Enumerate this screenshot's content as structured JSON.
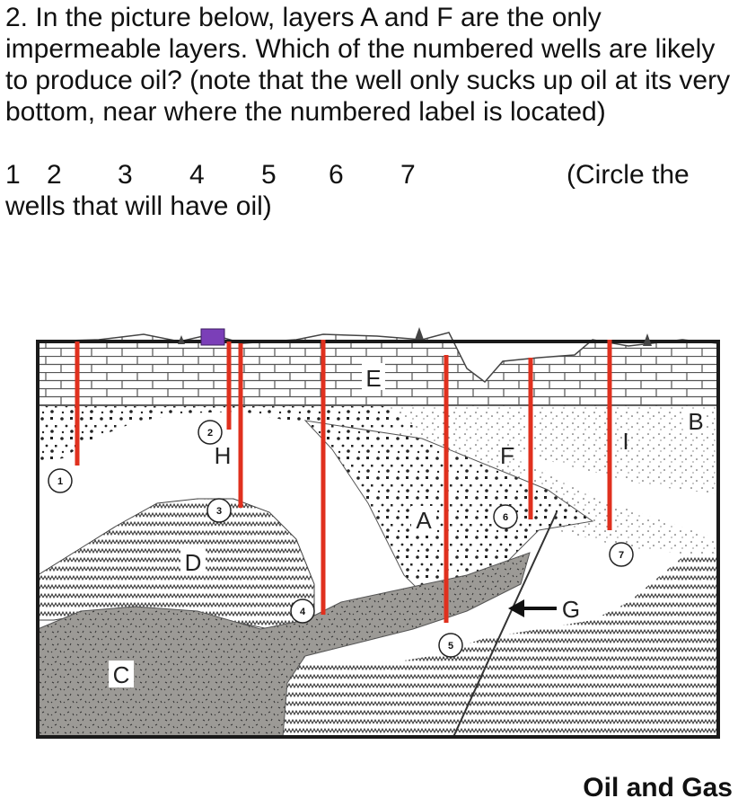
{
  "question": {
    "text": "2. In the picture below, layers A and F are the only impermeable layers. Which of the numbered wells are likely to produce oil? (note that the well only sucks up oil at its very bottom, near where the numbered label is located)",
    "choices": [
      "1",
      "2",
      "3",
      "4",
      "5",
      "6",
      "7"
    ],
    "instruction_part1": "(Circle the",
    "instruction_part2": "wells that will have oil)"
  },
  "diagram": {
    "layer_labels": {
      "A": "A",
      "B": "B",
      "C": "C",
      "D": "D",
      "E": "E",
      "F": "F",
      "G": "G",
      "H": "H",
      "I": "I"
    },
    "wells": [
      "1",
      "2",
      "3",
      "4",
      "5",
      "6",
      "7"
    ],
    "colors": {
      "well": "#e0301e",
      "frame": "#1a1a1a",
      "layer_c": "#9c9a96",
      "house": "#7b3fb8"
    }
  },
  "footer": {
    "title": "Oil and Gas"
  }
}
